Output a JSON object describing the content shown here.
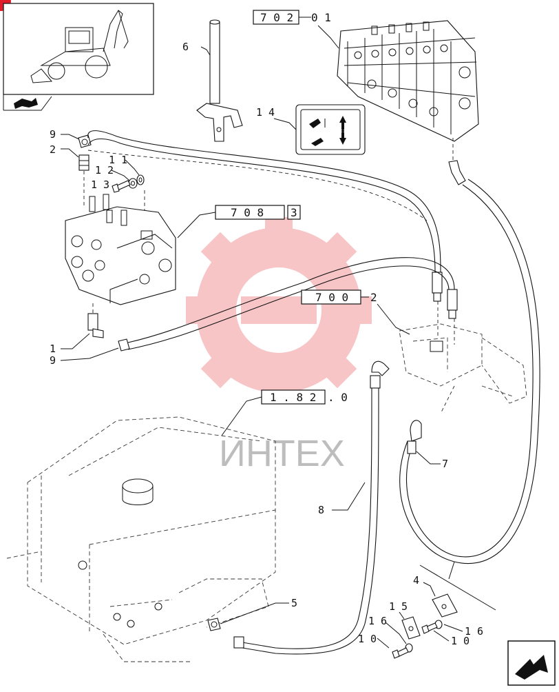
{
  "watermark": {
    "text": "ИНТЕХ",
    "color": "#e8313b"
  },
  "thumbnail": {
    "label": "backhoe loader overview",
    "nav_icon": "forward-arrow-icon"
  },
  "refs": {
    "r702": {
      "box": "7 0 2",
      "suffix": "0 1"
    },
    "r708": {
      "box": "7 0 8",
      "suffix": "3"
    },
    "r700": {
      "box": "7 0 0",
      "suffix": "2"
    },
    "r182": {
      "box": "1 . 8 2",
      "suffix": ". 0"
    }
  },
  "labels": {
    "n1": "1",
    "n2": "2",
    "n3": "1 3",
    "n4": "4",
    "n5": "5",
    "n6": "6",
    "n7": "7",
    "n8": "8",
    "n9a": "9",
    "n9b": "9",
    "n10a": "1 0",
    "n10b": "1 0",
    "n11": "1 1",
    "n12": "1 2",
    "n14": "1 4",
    "n15": "1 5",
    "n16a": "1 6",
    "n16b": "1 6"
  },
  "colors": {
    "line": "#111111",
    "watermark": "#e8313b",
    "corner_badge": "#e01e2b"
  },
  "next_icon": "next-page-arrow-icon"
}
